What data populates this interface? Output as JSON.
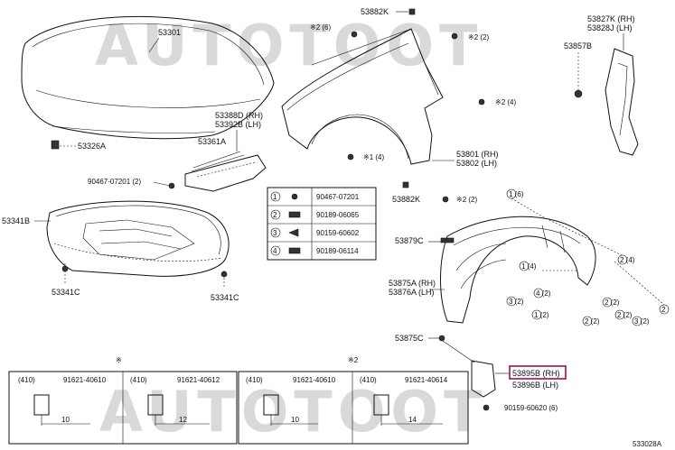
{
  "watermark": "AUTOTOOT",
  "labels": {
    "hood": "53301",
    "hood_cushion": "53326A",
    "hood_seal_rh": "53388D (RH)",
    "hood_seal_lh": "53392B (LH)",
    "seal_strip": "53361A",
    "clip_top": "90467-07201 (2)",
    "under_cover": "53341B",
    "under_clip_1": "53341C",
    "under_clip_2": "53341C",
    "fender_top_bolt": "53882K",
    "fender_rh": "53801 (RH)",
    "fender_lh": "53802 (LH)",
    "fender_bottom_bolt": "53882K",
    "bracket_rh": "53827K (RH)",
    "bracket_lh": "53828J (LH)",
    "bracket_cushion": "53857B",
    "liner_clip_top": "53879C",
    "liner_rh": "53875A (RH)",
    "liner_lh": "53876A (LH)",
    "liner_clip_bottom": "53875C",
    "mud_rh": "53895B (RH)",
    "mud_lh": "53896B (LH)",
    "mud_screw": "90159-60620 (6)",
    "code": "533028A"
  },
  "ref_marks": {
    "r2_6": "※2 (6)",
    "r2_2": "※2 (2)",
    "r2_4": "※2 (4)",
    "r1_4": "※1 (4)",
    "r2_2b": "※2 (2)",
    "c1_6": "1 (6)",
    "c1_4a": "1 (4)",
    "c2_4": "2 (4)",
    "c4_2": "4 (2)",
    "c2_2a": "2 (2)",
    "c3_2": "3 (2)",
    "c1_2": "1 (2)",
    "c2_2b": "2 (2)",
    "c2_2c": "2 (2)",
    "c2_x": "2",
    "c3_x": "3 (2)"
  },
  "fastener_table": [
    {
      "num": "1",
      "part": "90467-07201"
    },
    {
      "num": "2",
      "part": "90189-06065"
    },
    {
      "num": "3",
      "part": "90159-60602"
    },
    {
      "num": "4",
      "part": "90189-06114"
    }
  ],
  "bottom_tables": {
    "group1_mark": "※",
    "group2_mark": "※2",
    "cells": [
      {
        "ref": "(410)",
        "part": "91621-40610",
        "dim": "10"
      },
      {
        "ref": "(410)",
        "part": "91621-40612",
        "dim": "12"
      },
      {
        "ref": "(410)",
        "part": "91621-40610",
        "dim": "10"
      },
      {
        "ref": "(410)",
        "part": "91621-40614",
        "dim": "14"
      }
    ]
  }
}
